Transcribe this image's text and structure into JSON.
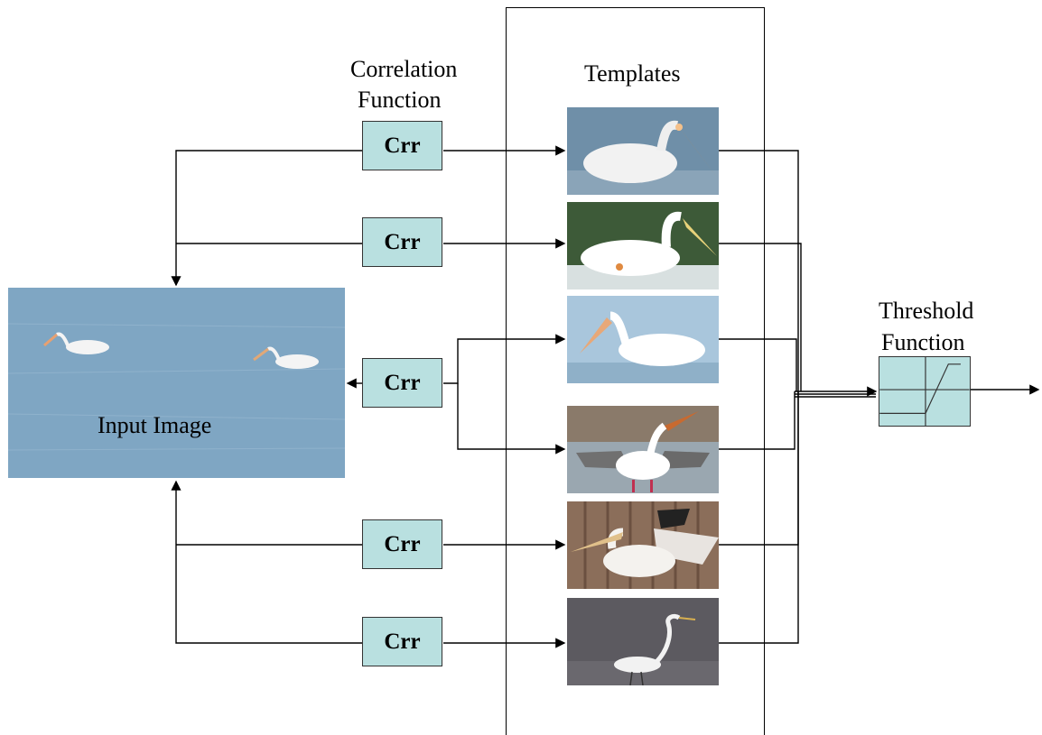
{
  "labels": {
    "correlation_function": [
      "Correlation",
      "Function"
    ],
    "templates": "Templates",
    "threshold_function": [
      "Threshold",
      "Function"
    ],
    "input_image": "Input Image"
  },
  "crr_boxes": [
    "Crr",
    "Crr",
    "Crr",
    "Crr",
    "Crr"
  ],
  "templates": [
    {
      "subject": "pelican swimming, orange beak",
      "icon": "pelican-icon"
    },
    {
      "subject": "pelican swimming, yellow beak",
      "icon": "pelican-icon"
    },
    {
      "subject": "pelican swimming, pale water",
      "icon": "pelican-icon"
    },
    {
      "subject": "pelican with wings spread, beak up",
      "icon": "pelican-icon"
    },
    {
      "subject": "pelican by wooden fence",
      "icon": "pelican-icon"
    },
    {
      "subject": "white egret wading",
      "icon": "egret-icon"
    }
  ],
  "colors": {
    "box_fill": "#b9e0e0",
    "water": "#7fa6c3"
  }
}
